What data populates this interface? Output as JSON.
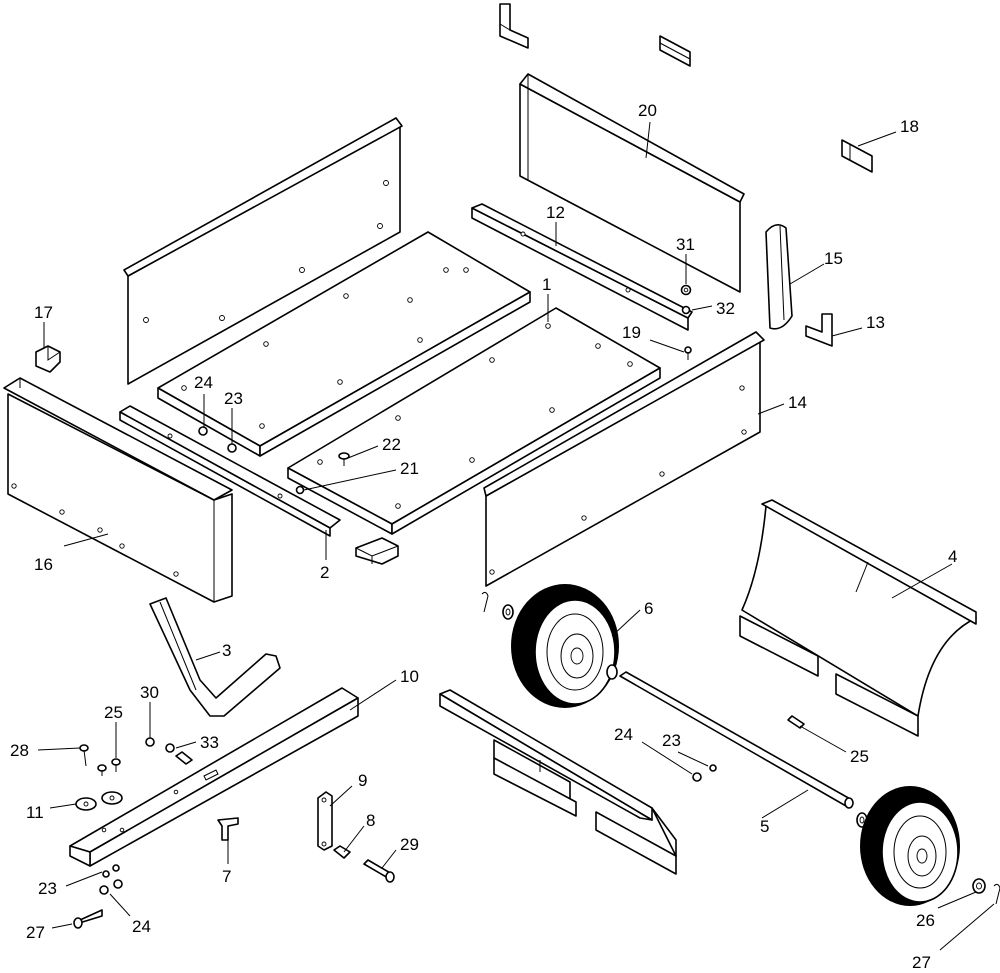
{
  "callouts": {
    "p1": "1",
    "p2": "2",
    "p3": "3",
    "p4": "4",
    "p5": "5",
    "p6": "6",
    "p7": "7",
    "p8": "8",
    "p9": "9",
    "p10": "10",
    "p11": "11",
    "p12": "12",
    "p13": "13",
    "p14": "14",
    "p15": "15",
    "p16": "16",
    "p17": "17",
    "p18": "18",
    "p19": "19",
    "p20": "20",
    "p21": "21",
    "p22": "22",
    "p23a": "23",
    "p23b": "23",
    "p23c": "23",
    "p24a": "24",
    "p24b": "24",
    "p24c": "24",
    "p25a": "25",
    "p25b": "25",
    "p26": "26",
    "p27a": "27",
    "p27b": "27",
    "p28": "28",
    "p29": "29",
    "p30": "30",
    "p31": "31",
    "p32": "32",
    "p33": "33"
  }
}
